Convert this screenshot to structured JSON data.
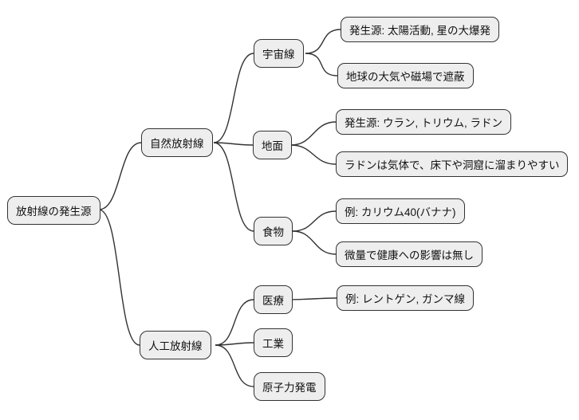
{
  "colors": {
    "background": "#ffffff",
    "node_fill": "#eeeeee",
    "node_border": "#333333",
    "edge_line": "#333333",
    "text": "#111111"
  },
  "mindmap": {
    "root": {
      "label": "放射線の発生源"
    },
    "branches": [
      {
        "label": "自然放射線",
        "children": [
          {
            "label": "宇宙線",
            "children": [
              {
                "label": "発生源: 太陽活動, 星の大爆発"
              },
              {
                "label": "地球の大気や磁場で遮蔽"
              }
            ]
          },
          {
            "label": "地面",
            "children": [
              {
                "label": "発生源: ウラン, トリウム, ラドン"
              },
              {
                "label": "ラドンは気体で、床下や洞窟に溜まりやすい"
              }
            ]
          },
          {
            "label": "食物",
            "children": [
              {
                "label": "例: カリウム40(バナナ)"
              },
              {
                "label": "微量で健康への影響は無し"
              }
            ]
          }
        ]
      },
      {
        "label": "人工放射線",
        "children": [
          {
            "label": "医療",
            "children": [
              {
                "label": "例: レントゲン, ガンマ線"
              }
            ]
          },
          {
            "label": "工業",
            "children": []
          },
          {
            "label": "原子力発電",
            "children": []
          }
        ]
      }
    ]
  }
}
